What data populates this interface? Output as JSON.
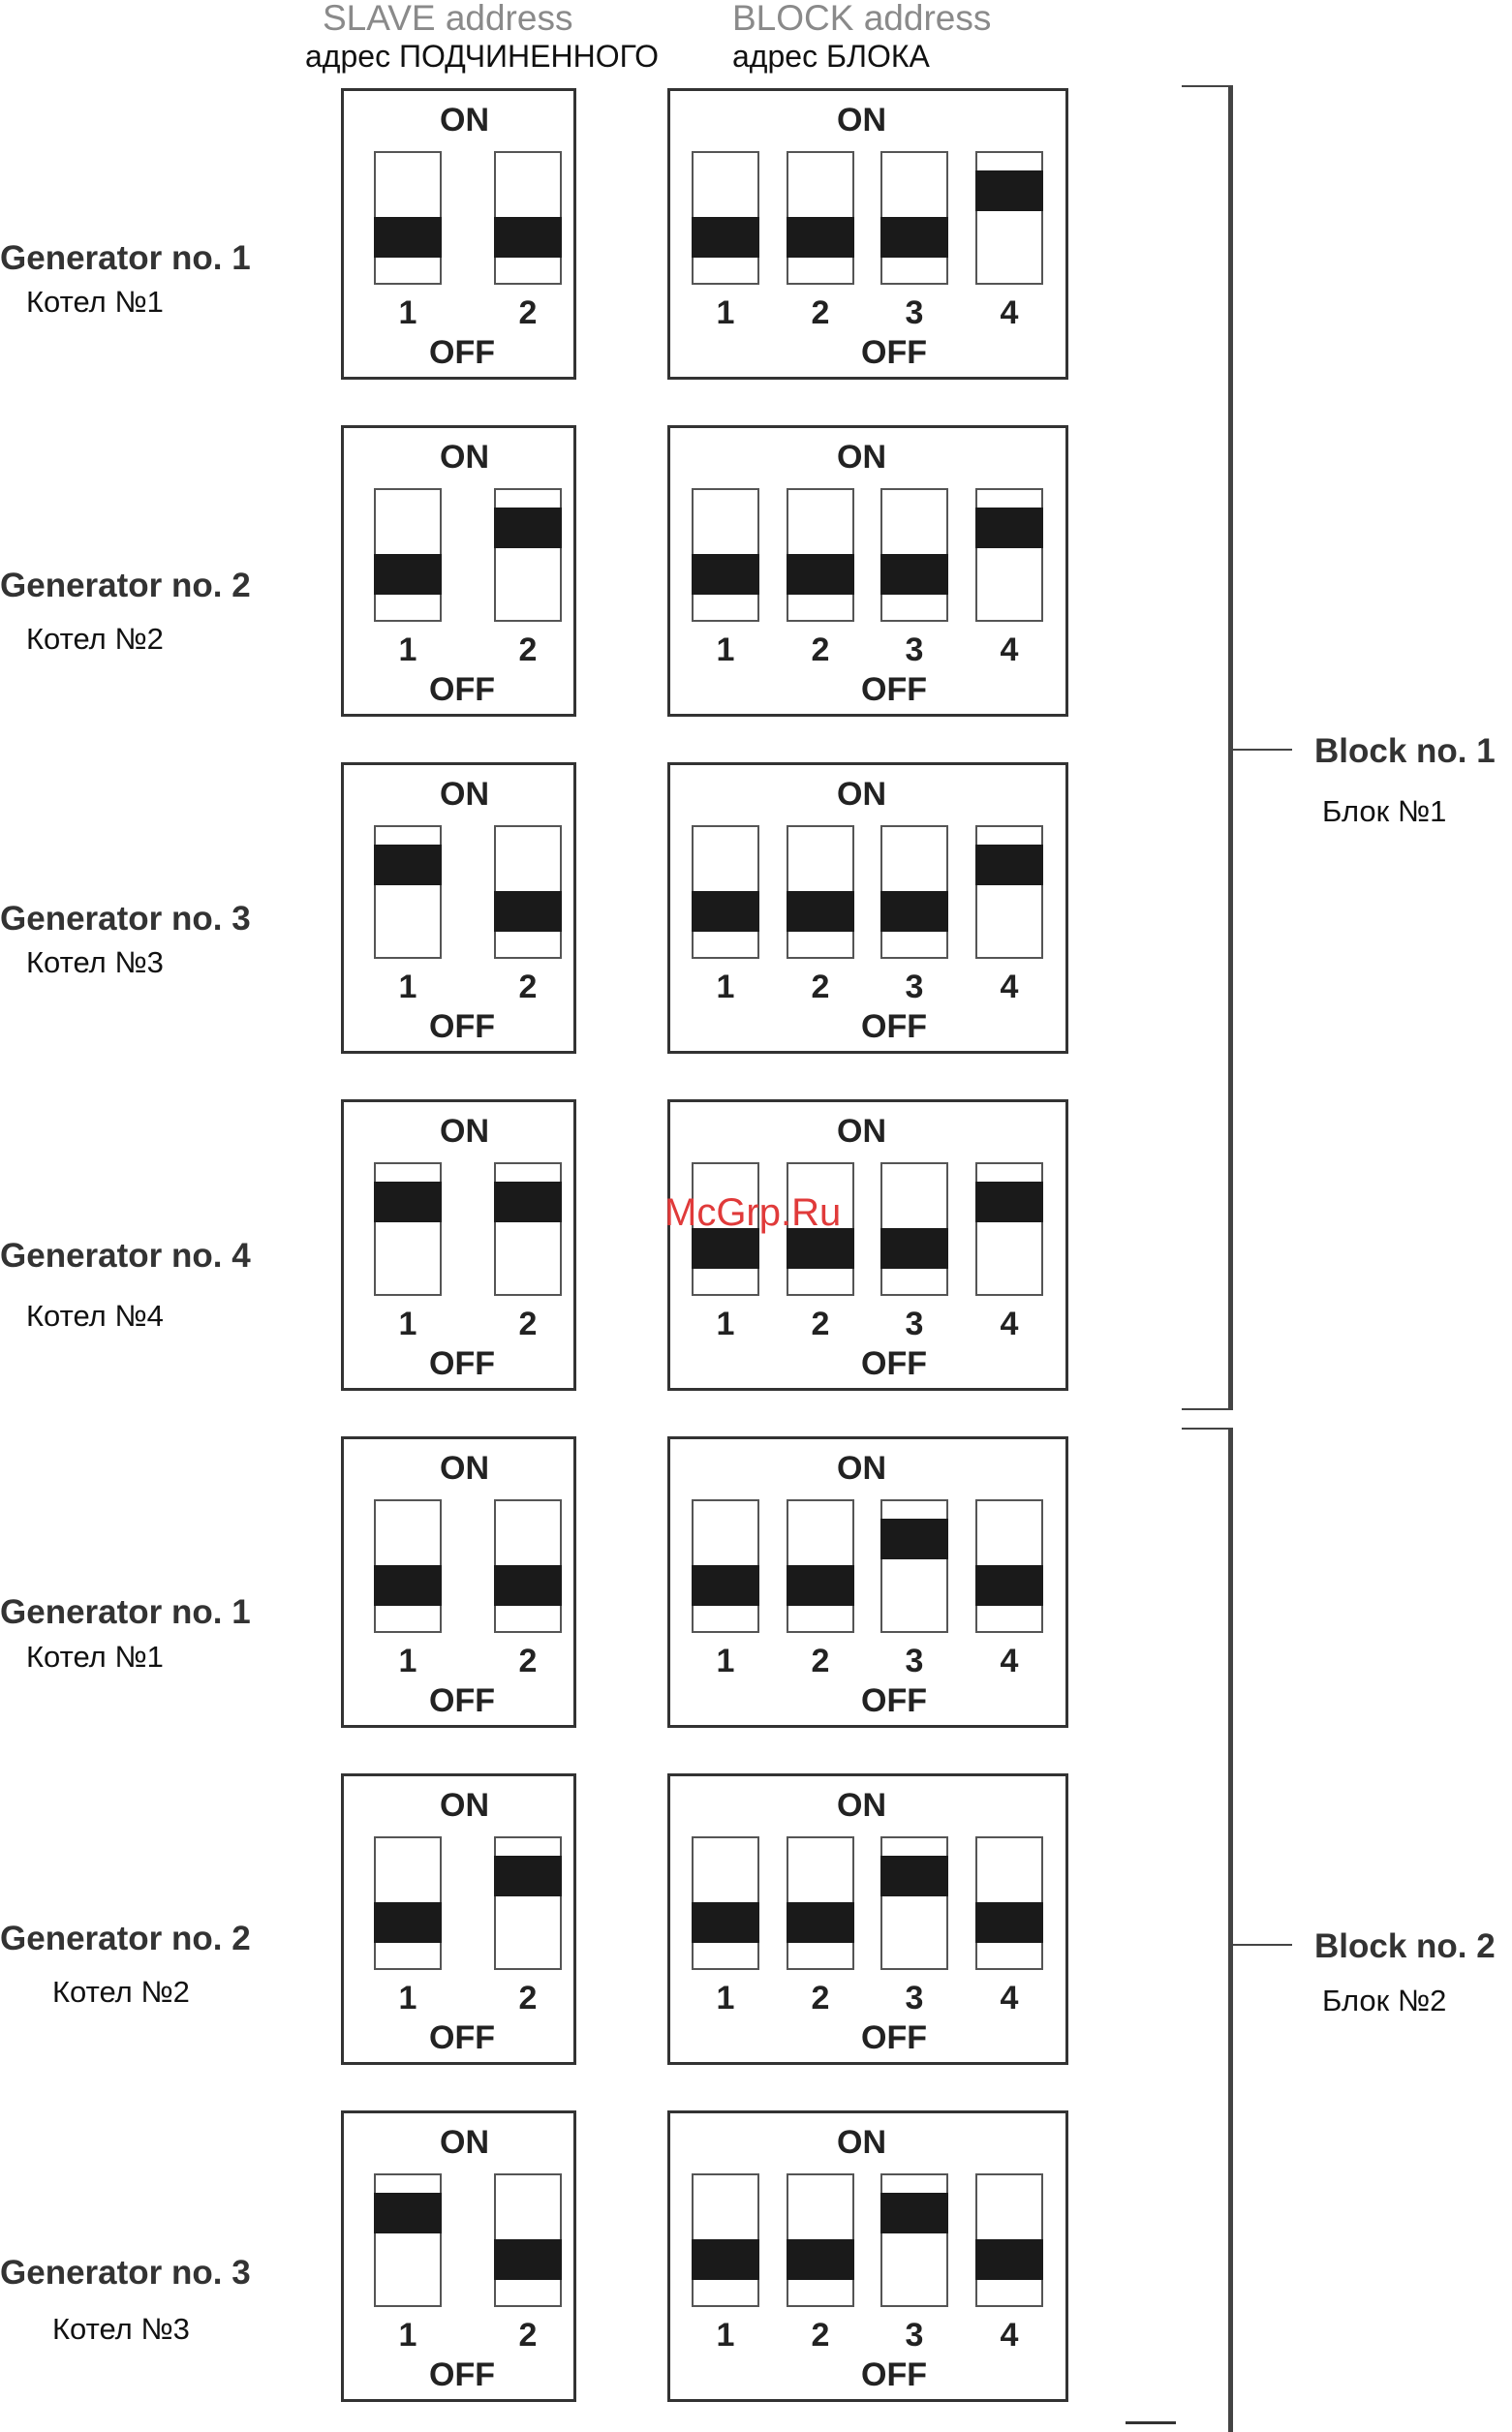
{
  "headers": {
    "slave_en": "SLAVE address",
    "slave_ru": "адрес ПОДЧИНЕННОГО",
    "block_en": "BLOCK address",
    "block_ru": "адрес БЛОКА"
  },
  "switch_labels": {
    "on": "ON",
    "off": "OFF"
  },
  "rows": [
    {
      "gen_en": "Generator no. 1",
      "gen_ru": "Котел №1",
      "slave": [
        0,
        0
      ],
      "block": [
        0,
        0,
        0,
        1
      ]
    },
    {
      "gen_en": "Generator no. 2",
      "gen_ru": "Котел №2",
      "slave": [
        0,
        1
      ],
      "block": [
        0,
        0,
        0,
        1
      ]
    },
    {
      "gen_en": "Generator no. 3",
      "gen_ru": "Котел №3",
      "slave": [
        1,
        0
      ],
      "block": [
        0,
        0,
        0,
        1
      ]
    },
    {
      "gen_en": "Generator no. 4",
      "gen_ru": "Котел №4",
      "slave": [
        1,
        1
      ],
      "block": [
        0,
        0,
        0,
        1
      ]
    },
    {
      "gen_en": "Generator no. 1",
      "gen_ru": "Котел №1",
      "slave": [
        0,
        0
      ],
      "block": [
        0,
        0,
        1,
        0
      ]
    },
    {
      "gen_en": "Generator no. 2",
      "gen_ru": "Котел №2",
      "slave": [
        0,
        1
      ],
      "block": [
        0,
        0,
        1,
        0
      ]
    },
    {
      "gen_en": "Generator no. 3",
      "gen_ru": "Котел №3",
      "slave": [
        1,
        0
      ],
      "block": [
        0,
        0,
        1,
        0
      ]
    }
  ],
  "blocks": [
    {
      "en": "Block no. 1",
      "ru": "Блок №1"
    },
    {
      "en": "Block no. 2",
      "ru": "Блок №2"
    }
  ],
  "watermark": "McGrp.Ru"
}
